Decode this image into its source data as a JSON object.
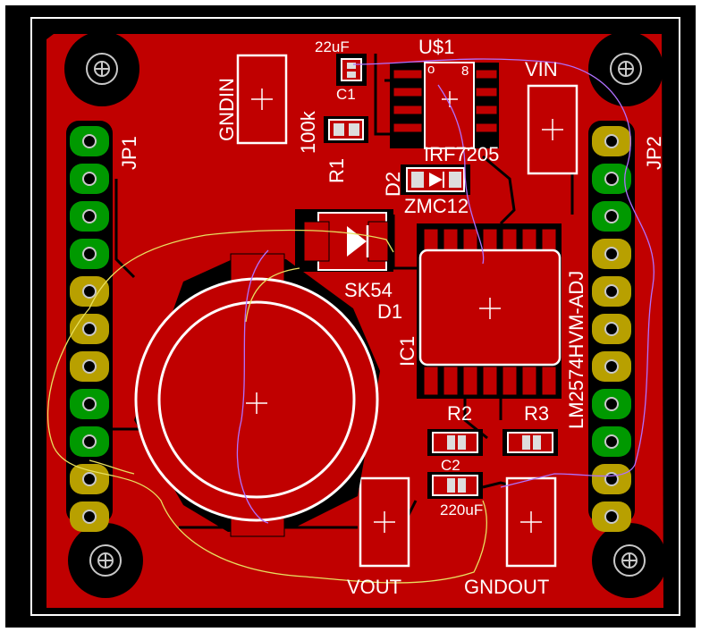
{
  "board": {
    "colors": {
      "background": "#000000",
      "copper": "#c00000",
      "copper_dark": "#9a0000",
      "silkscreen": "#ffffff",
      "pad_green": "#009900",
      "pad_yellow": "#b8a000",
      "unrouted_yellow": "#e8e060",
      "unrouted_purple": "#b070ff",
      "via_gray": "#c8c8c8"
    }
  },
  "labels": {
    "gndin": "GNDIN",
    "c1_value": "22uF",
    "c1_name": "C1",
    "u1_name": "U$1",
    "u1_pin1": "o",
    "u1_pin8": "8",
    "vin": "VIN",
    "r1_value": "100k",
    "r1_name": "R1",
    "irf": "IRF7205",
    "d2_name": "D2",
    "zmc": "ZMC12",
    "jp1": "JP1",
    "jp2": "JP2",
    "sk54": "SK54",
    "d1_name": "D1",
    "ic1_name": "IC1",
    "lm": "LM2574HVM-ADJ",
    "r2": "R2",
    "r3": "R3",
    "c2": "C2",
    "c2_value": "220uF",
    "vout": "VOUT",
    "gndout": "GNDOUT"
  }
}
